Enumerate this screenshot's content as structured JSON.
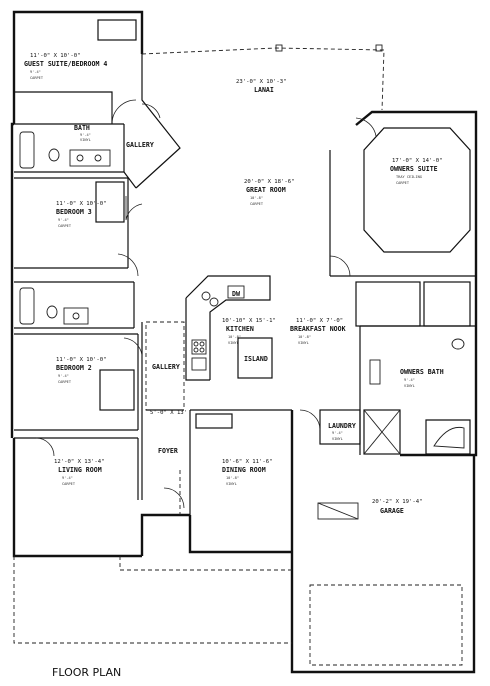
{
  "plan_title": "FLOOR PLAN",
  "rooms": [
    {
      "id": "guest-suite",
      "name": "GUEST SUITE/BEDROOM 4",
      "dims": "11'-0\" X 10'-0\"",
      "ceiling": "9'-4\"",
      "floor": "CARPET"
    },
    {
      "id": "lanai",
      "name": "LANAI",
      "dims": "23'-0\" X 10'-3\""
    },
    {
      "id": "bath",
      "name": "BATH",
      "ceiling": "9'-4\"",
      "floor": "VINYL"
    },
    {
      "id": "gallery-north",
      "name": "GALLERY"
    },
    {
      "id": "great-room",
      "name": "GREAT ROOM",
      "dims": "20'-0\" X 18'-6\"",
      "ceiling": "10'-8\"",
      "floor": "CARPET"
    },
    {
      "id": "owners-suite",
      "name": "OWNERS SUITE",
      "dims": "17'-0\" X 14'-0\"",
      "ceiling": "TRAY CEILING",
      "floor": "CARPET"
    },
    {
      "id": "bedroom-3",
      "name": "BEDROOM 3",
      "dims": "11'-0\" X 10'-0\"",
      "ceiling": "9'-4\"",
      "floor": "CARPET"
    },
    {
      "id": "kitchen",
      "name": "KITCHEN",
      "dims": "10'-10\" X 15'-1\"",
      "ceiling": "10'-8\"",
      "floor": "VINYL"
    },
    {
      "id": "breakfast-nook",
      "name": "BREAKFAST NOOK",
      "dims": "11'-0\" X 7'-0\"",
      "ceiling": "10'-8\"",
      "floor": "VINYL"
    },
    {
      "id": "island",
      "name": "ISLAND"
    },
    {
      "id": "dw",
      "name": "DW"
    },
    {
      "id": "gallery-south",
      "name": "GALLERY"
    },
    {
      "id": "bedroom-2",
      "name": "BEDROOM 2",
      "dims": "11'-0\" X 10'-0\"",
      "ceiling": "9'-4\"",
      "floor": "CARPET"
    },
    {
      "id": "owners-bath",
      "name": "OWNERS BATH",
      "ceiling": "9'-4\"",
      "floor": "VINYL"
    },
    {
      "id": "laundry",
      "name": "LAUNDRY",
      "ceiling": "9'-4\"",
      "floor": "VINYL"
    },
    {
      "id": "foyer-dim",
      "name": "5'-0\" X 13'"
    },
    {
      "id": "foyer",
      "name": "FOYER"
    },
    {
      "id": "living-room",
      "name": "LIVING ROOM",
      "dims": "12'-0\" X 13'-4\"",
      "ceiling": "9'-4\"",
      "floor": "CARPET"
    },
    {
      "id": "dining-room",
      "name": "DINING ROOM",
      "dims": "10'-6\" X 11'-6\"",
      "ceiling": "10'-8\"",
      "floor": "VINYL"
    },
    {
      "id": "garage",
      "name": "GARAGE",
      "dims": "20'-2\" X 19'-4\""
    }
  ]
}
